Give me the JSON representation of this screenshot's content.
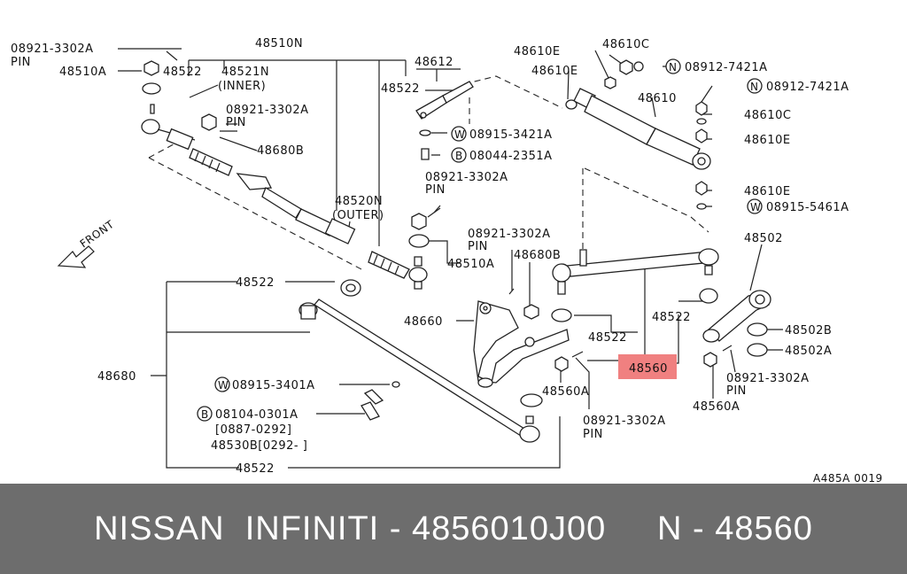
{
  "diagram": {
    "labels": {
      "l_08921_3302a_top": "08921-3302A",
      "l_pin_top": "PIN",
      "l_48510a_left": "48510A",
      "l_48522_topleft": "48522",
      "l_48510n": "48510N",
      "l_48521n": "48521N",
      "l_inner": "(INNER)",
      "l_08921_pin2": "08921-3302A",
      "l_pin2": "PIN",
      "l_48680b_top": "48680B",
      "l_48612": "48612",
      "l_48522_mid": "48522",
      "l_w08915_3421a": "08915-3421A",
      "l_b08044_2351a": "08044-2351A",
      "l_08921_pin3": "08921-3302A",
      "l_pin3": "PIN",
      "l_48520n": "48520N",
      "l_outer": "(OUTER)",
      "l_48510a_mid": "48510A",
      "l_48610e_1": "48610E",
      "l_48610c_1": "48610C",
      "l_48610e_2": "48610E",
      "l_n08912_1": "08912-7421A",
      "l_48610": "48610",
      "l_n08912_2": "08912-7421A",
      "l_48610c_2": "48610C",
      "l_48610e_3": "48610E",
      "l_48610e_4": "48610E",
      "l_w08915_5461a": "08915-5461A",
      "l_48502": "48502",
      "l_08921_pin4": "08921-3302A",
      "l_pin4": "PIN",
      "l_48680b_mid": "48680B",
      "l_48522_left": "48522",
      "l_48660": "48660",
      "l_48522_r1": "48522",
      "l_48522_r2": "48522",
      "l_48560": "48560",
      "l_48502b": "48502B",
      "l_48502a": "48502A",
      "l_48680": "48680",
      "l_w08915_3401a": "08915-3401A",
      "l_b08104_0301a": "08104-0301A",
      "l_date1": "[0887-0292]",
      "l_48530b": "48530B[0292-     ]",
      "l_48560a_mid": "48560A",
      "l_08921_pin5": "08921-3302A",
      "l_pin5": "PIN",
      "l_48560a_right": "48560A",
      "l_08921_pin6": "08921-3302A",
      "l_pin6": "PIN",
      "l_48522_bottom": "48522",
      "l_front": "FRONT",
      "l_code": "A485A 0019",
      "l_circle_w": "W",
      "l_circle_b": "B",
      "l_circle_n": "N"
    },
    "highlight_color": "#f08080"
  },
  "banner": {
    "text": "NISSAN  INFINITI - 4856010J00     N - 48560"
  }
}
